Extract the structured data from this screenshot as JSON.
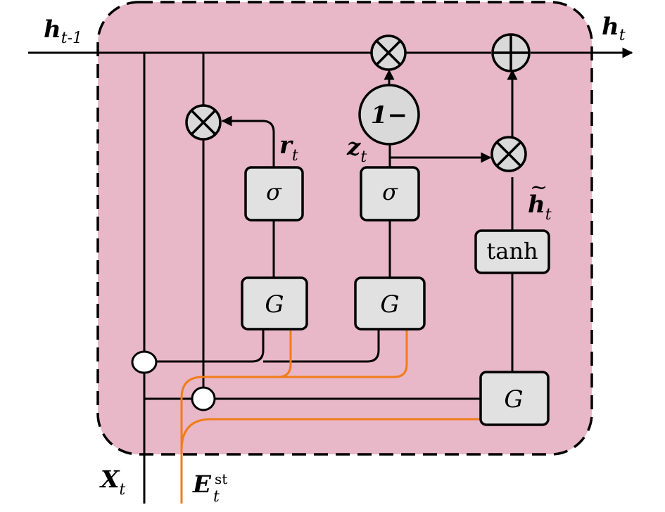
{
  "inputs": {
    "h_prev": {
      "base": "h",
      "sub": "t-1"
    },
    "h_out": {
      "base": "h",
      "sub": "t"
    },
    "x_input": {
      "base": "X",
      "sub": "t"
    },
    "e_input": {
      "base": "E",
      "sub": "t",
      "sup": "st"
    }
  },
  "gates": {
    "reset": {
      "base": "r",
      "sub": "t"
    },
    "update": {
      "base": "z",
      "sub": "t"
    },
    "candidate": {
      "base": "h",
      "accent": "~",
      "sub": "t"
    }
  },
  "boxes": {
    "sigma_reset": "σ",
    "sigma_update": "σ",
    "tanh": "tanh",
    "g_reset": "G",
    "g_update": "G",
    "g_candidate": "G"
  },
  "ops": {
    "one_minus": "1−"
  },
  "colors": {
    "cell_background": "#e8b7c8",
    "cell_border": "#000000",
    "box_fill": "#e1e1e1",
    "operator_fill": "#d9d9d9",
    "graph_signal_wire": "#f07d1a",
    "wire": "#000000"
  }
}
